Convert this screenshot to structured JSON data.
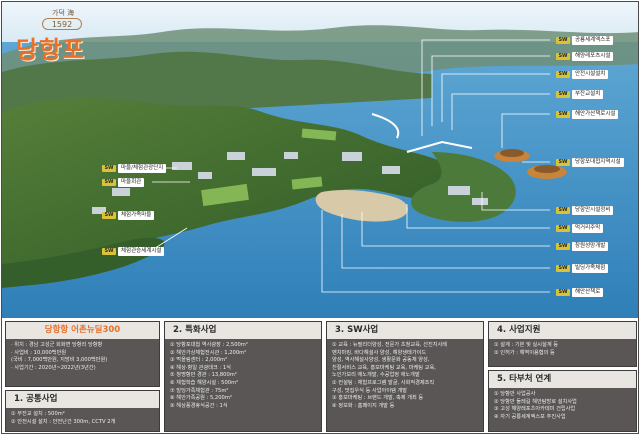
{
  "logo": {
    "subtitle": "가덕 海",
    "year": "1592",
    "name": "당항포"
  },
  "callouts_right": [
    {
      "tag": "SW",
      "label": "공룡세계엑스포"
    },
    {
      "tag": "SW",
      "label": "해양레포츠시설"
    },
    {
      "tag": "SW",
      "label": "안전시설설치"
    },
    {
      "tag": "SW",
      "label": "부잔교설치"
    },
    {
      "tag": "SW",
      "label": "해안가산책로시설"
    },
    {
      "tag": "SW",
      "label": "당항포대첩지역시설"
    },
    {
      "tag": "SW",
      "label": "당항만시설정비"
    },
    {
      "tag": "SW",
      "label": "먹거리주막"
    },
    {
      "tag": "SW",
      "label": "창원성망개발"
    },
    {
      "tag": "SW",
      "label": "빌딩가족체험"
    },
    {
      "tag": "SW",
      "label": "해안산책로"
    }
  ],
  "callouts_left": [
    {
      "tag": "SW",
      "label": "마을/체험관광단지"
    },
    {
      "tag": "SW",
      "label": "마을회관"
    },
    {
      "tag": "SW",
      "label": "체험가족마을"
    },
    {
      "tag": "SW",
      "label": "체험관승세계시설"
    }
  ],
  "panel_overview": {
    "title": "당항항 어촌뉴딜300",
    "lines": [
      "· 위치 : 경남 고성군 회화면 당항리 당항항",
      "· 사업비 : 10,000백만원",
      "  (국비 : 7,000백만원, 지방비 3,000백만원)",
      "· 사업기간 : 2020년~2022년(3년간)"
    ]
  },
  "panel_public": {
    "title": "1. 공통사업",
    "lines": [
      "① 부잔교 설치 : 500m²",
      "② 안전시설 설치 : 안전난간 300m, CCTV 2개"
    ]
  },
  "panel_special": {
    "title": "2. 특화사업",
    "lines": [
      "① 당항포대첩 역사광장 : 2,500m²",
      "② 해안가상체험전시관 : 1,200m²",
      "③ 먹을림센터 : 2,000m²",
      "④ 해상·항일 관광데크 : 1식",
      "⑤ 청명항만 경관 : 13,800m²",
      "⑥ 체험학습 해양시설 : 500m²",
      "⑦ 빌딩가족체험관 : 75m²",
      "⑧ 해안가족공원 : 5,200m²",
      "⑨ 해상풍경휴식공간 : 1식"
    ]
  },
  "panel_sw": {
    "title": "3. SW사업",
    "lines": [
      "① 교육 : 뉴필리더양성, 전문가 초청교육, 선진지사례",
      "   벤치마킹, 바다해설사 양성, 해양생태가이드",
      "   양성, 역사해설사양성, 생활문화 공동체 양성,",
      "   친절서비스 교육, 홍보마케팅 교육, 마케팅 교육,",
      "   노인가보리 애노개발, 수공업정 애노개발",
      "② 컨설팅 : 체험프로그램 발굴, 사회적경제조직",
      "   구성, 맛집우식 등 사업아이템 개발",
      "③ 홍보마케팅 : 브랜드 개발, 축제 개최 등",
      "④ 정보화 : 홈페이지 개발 등"
    ]
  },
  "panel_support": {
    "title": "4. 사업지원",
    "lines": [
      "① 설계 : 기본 및 실시설계 등",
      "② 인허가 : 해역이용협의 등"
    ]
  },
  "panel_link": {
    "title": "5. 타부처 연계",
    "lines": [
      "① 당항만 사업공사",
      "② 당항만 둘레길 해안탐방로 설치사업",
      "③ 고성 해양레포츠아카데미 건립사업",
      "④ 자기 공룡세계엑스포 추진사업"
    ]
  },
  "colors": {
    "sky": "#dfeef7",
    "sea": "#3f8fc4",
    "land": "#3f6a2e",
    "tag": "#d8c338",
    "panel": "#5a5656",
    "title_orange": "#ff9a3c",
    "logo_orange": "#e8702a"
  }
}
